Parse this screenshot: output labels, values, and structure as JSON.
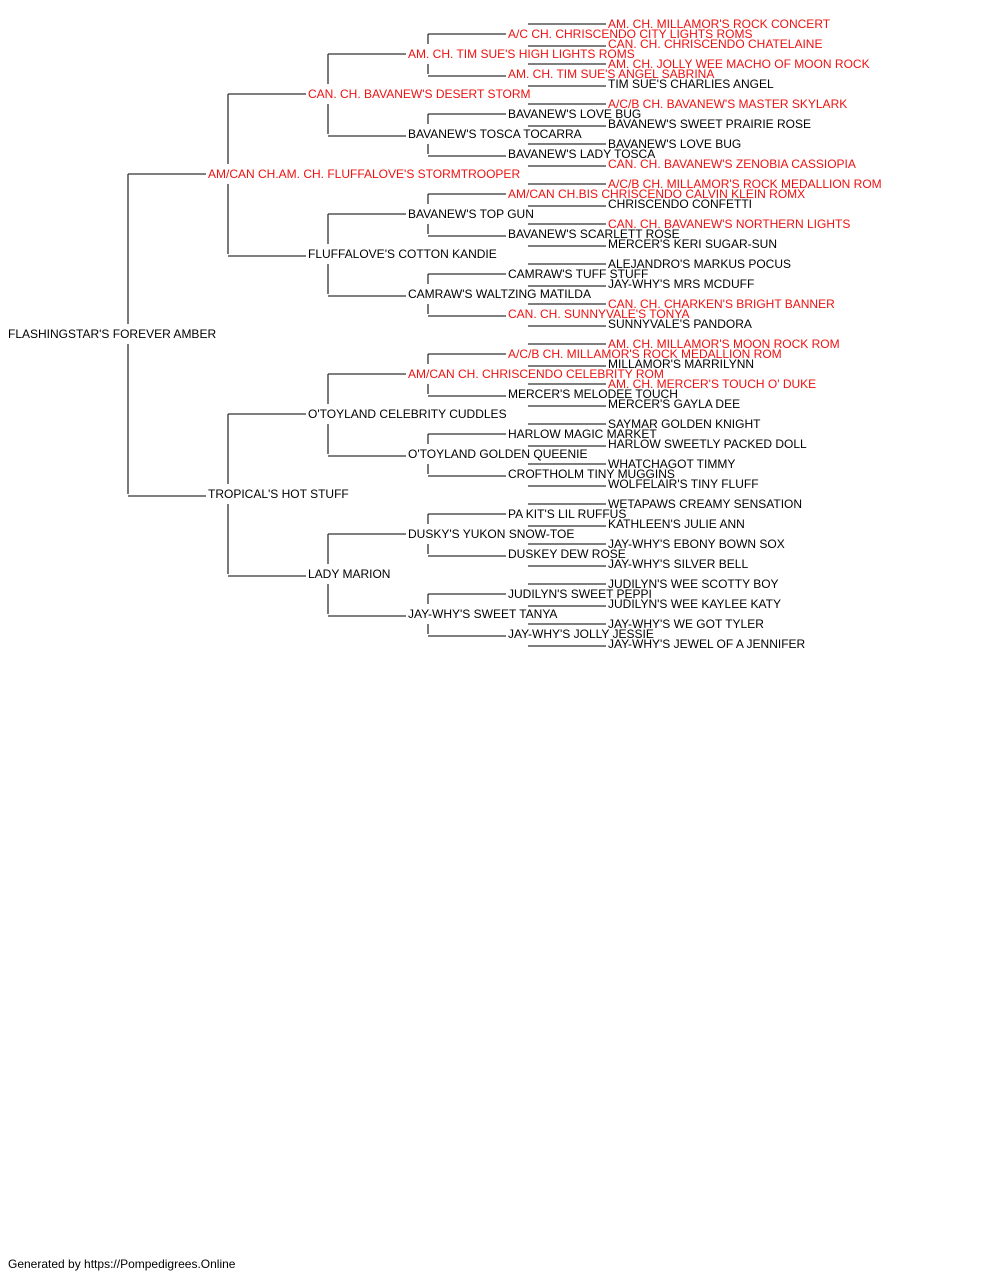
{
  "colors": {
    "champion": "#ee1111",
    "regular": "#000000",
    "line": "#333333"
  },
  "footer": "Generated by https://Pompedigrees.Online",
  "pedigree": {
    "name": "FLASHINGSTAR'S FOREVER AMBER",
    "champion": false,
    "sire": {
      "name": "AM/CAN CH.AM. CH. FLUFFALOVE'S STORMTROOPER",
      "champion": true,
      "sire": {
        "name": "CAN. CH. BAVANEW'S DESERT STORM",
        "champion": true,
        "sire": {
          "name": "AM. CH. TIM SUE'S HIGH LIGHTS ROMS",
          "champion": true,
          "sire": {
            "name": "A/C CH. CHRISCENDO CITY LIGHTS ROMS",
            "champion": true,
            "sire": {
              "name": "AM. CH. MILLAMOR'S ROCK CONCERT",
              "champion": true
            },
            "dam": {
              "name": "CAN. CH. CHRISCENDO CHATELAINE",
              "champion": true
            }
          },
          "dam": {
            "name": "AM. CH. TIM SUE'S ANGEL SABRINA",
            "champion": true,
            "sire": {
              "name": "AM. CH. JOLLY WEE MACHO OF MOON ROCK",
              "champion": true
            },
            "dam": {
              "name": "TIM SUE'S CHARLIES ANGEL",
              "champion": false
            }
          }
        },
        "dam": {
          "name": "BAVANEW'S TOSCA TOCARRA",
          "champion": false,
          "sire": {
            "name": "BAVANEW'S LOVE BUG",
            "champion": false,
            "sire": {
              "name": "A/C/B CH. BAVANEW'S MASTER SKYLARK",
              "champion": true
            },
            "dam": {
              "name": "BAVANEW'S SWEET PRAIRIE ROSE",
              "champion": false
            }
          },
          "dam": {
            "name": "BAVANEW'S LADY TOSCA",
            "champion": false,
            "sire": {
              "name": "BAVANEW'S LOVE BUG",
              "champion": false
            },
            "dam": {
              "name": "CAN. CH. BAVANEW'S ZENOBIA CASSIOPIA",
              "champion": true
            }
          }
        }
      },
      "dam": {
        "name": "FLUFFALOVE'S COTTON KANDIE",
        "champion": false,
        "sire": {
          "name": "BAVANEW'S TOP GUN",
          "champion": false,
          "sire": {
            "name": "AM/CAN CH.BIS CHRISCENDO CALVIN KLEIN ROMX",
            "champion": true,
            "sire": {
              "name": "A/C/B CH. MILLAMOR'S ROCK MEDALLION ROM",
              "champion": true
            },
            "dam": {
              "name": "CHRISCENDO CONFETTI",
              "champion": false
            }
          },
          "dam": {
            "name": "BAVANEW'S SCARLETT ROSE",
            "champion": false,
            "sire": {
              "name": "CAN. CH. BAVANEW'S NORTHERN LIGHTS",
              "champion": true
            },
            "dam": {
              "name": "MERCER'S KERI SUGAR-SUN",
              "champion": false
            }
          }
        },
        "dam": {
          "name": "CAMRAW'S WALTZING MATILDA",
          "champion": false,
          "sire": {
            "name": "CAMRAW'S TUFF STUFF",
            "champion": false,
            "sire": {
              "name": "ALEJANDRO'S MARKUS POCUS",
              "champion": false
            },
            "dam": {
              "name": "JAY-WHY'S MRS MCDUFF",
              "champion": false
            }
          },
          "dam": {
            "name": "CAN. CH. SUNNYVALE'S TONYA",
            "champion": true,
            "sire": {
              "name": "CAN. CH. CHARKEN'S BRIGHT BANNER",
              "champion": true
            },
            "dam": {
              "name": "SUNNYVALE'S PANDORA",
              "champion": false
            }
          }
        }
      }
    },
    "dam": {
      "name": "TROPICAL'S HOT STUFF",
      "champion": false,
      "sire": {
        "name": "O'TOYLAND CELEBRITY CUDDLES",
        "champion": false,
        "sire": {
          "name": "AM/CAN CH. CHRISCENDO CELEBRITY ROM",
          "champion": true,
          "sire": {
            "name": "A/C/B CH. MILLAMOR'S ROCK MEDALLION ROM",
            "champion": true,
            "sire": {
              "name": "AM. CH. MILLAMOR'S MOON ROCK ROM",
              "champion": true
            },
            "dam": {
              "name": "MILLAMOR'S MARRILYNN",
              "champion": false
            }
          },
          "dam": {
            "name": "MERCER'S MELODEE TOUCH",
            "champion": false,
            "sire": {
              "name": "AM. CH. MERCER'S TOUCH O' DUKE",
              "champion": true
            },
            "dam": {
              "name": "MERCER'S GAYLA DEE",
              "champion": false
            }
          }
        },
        "dam": {
          "name": "O'TOYLAND GOLDEN QUEENIE",
          "champion": false,
          "sire": {
            "name": "HARLOW MAGIC MARKET",
            "champion": false,
            "sire": {
              "name": "SAYMAR GOLDEN KNIGHT",
              "champion": false
            },
            "dam": {
              "name": "HARLOW SWEETLY PACKED DOLL",
              "champion": false
            }
          },
          "dam": {
            "name": "CROFTHOLM TINY MUGGINS",
            "champion": false,
            "sire": {
              "name": "WHATCHAGOT TIMMY",
              "champion": false
            },
            "dam": {
              "name": "WOLFELAIR'S TINY FLUFF",
              "champion": false
            }
          }
        }
      },
      "dam": {
        "name": "LADY MARION",
        "champion": false,
        "sire": {
          "name": "DUSKY'S YUKON SNOW-TOE",
          "champion": false,
          "sire": {
            "name": "PA KIT'S LIL RUFFUS",
            "champion": false,
            "sire": {
              "name": "WETAPAWS CREAMY SENSATION",
              "champion": false
            },
            "dam": {
              "name": "KATHLEEN'S JULIE ANN",
              "champion": false
            }
          },
          "dam": {
            "name": "DUSKEY DEW ROSE",
            "champion": false,
            "sire": {
              "name": "JAY-WHY'S EBONY BOWN SOX",
              "champion": false
            },
            "dam": {
              "name": "JAY-WHY'S SILVER BELL",
              "champion": false
            }
          }
        },
        "dam": {
          "name": "JAY-WHY'S SWEET TANYA",
          "champion": false,
          "sire": {
            "name": "JUDILYN'S SWEET PEPPI",
            "champion": false,
            "sire": {
              "name": "JUDILYN'S WEE SCOTTY BOY",
              "champion": false
            },
            "dam": {
              "name": "JUDILYN'S WEE KAYLEE KATY",
              "champion": false
            }
          },
          "dam": {
            "name": "JAY-WHY'S JOLLY JESSIE",
            "champion": false,
            "sire": {
              "name": "JAY-WHY'S WE GOT TYLER",
              "champion": false
            },
            "dam": {
              "name": "JAY-WHY'S JEWEL OF A JENNIFER",
              "champion": false
            }
          }
        }
      }
    }
  }
}
